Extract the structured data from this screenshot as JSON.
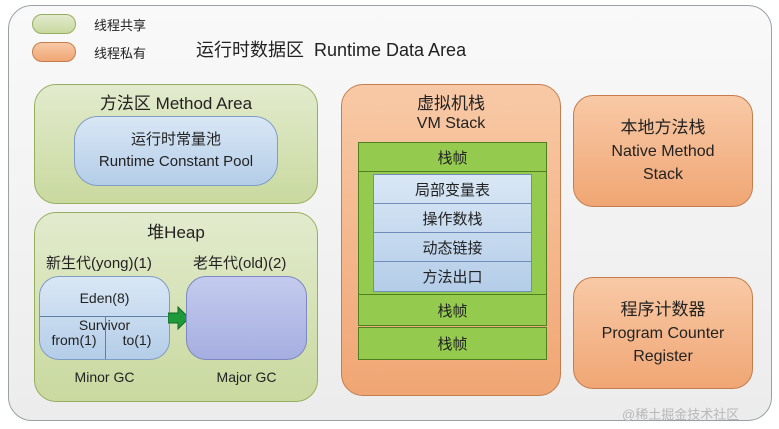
{
  "legend": {
    "shared": {
      "label": "线程共享",
      "color": "#c9d99f"
    },
    "private": {
      "label": "线程私有",
      "color": "#f0a674"
    }
  },
  "title": "运行时数据区  Runtime Data Area",
  "method_area": {
    "title": "方法区 Method Area",
    "pool": {
      "line1": "运行时常量池",
      "line2": "Runtime Constant Pool"
    }
  },
  "heap": {
    "title": "堆Heap",
    "young": {
      "title": "新生代(yong)(1)",
      "eden": "Eden(8)",
      "survivor": "Survivor",
      "from": "from(1)",
      "to": "to(1)",
      "caption": "Minor GC"
    },
    "old": {
      "title": "老年代(old)(2)",
      "caption": "Major GC"
    }
  },
  "vm_stack": {
    "title_line1": "虚拟机栈",
    "title_line2": "VM Stack",
    "frame_label": "栈帧",
    "frame_items": [
      "局部变量表",
      "操作数栈",
      "动态链接",
      "方法出口"
    ]
  },
  "native_stack": {
    "line1": "本地方法栈",
    "line2": "Native Method",
    "line3": "Stack"
  },
  "pc_register": {
    "line1": "程序计数器",
    "line2": "Program Counter",
    "line3": "Register"
  },
  "watermark": "@稀土掘金技术社区"
}
